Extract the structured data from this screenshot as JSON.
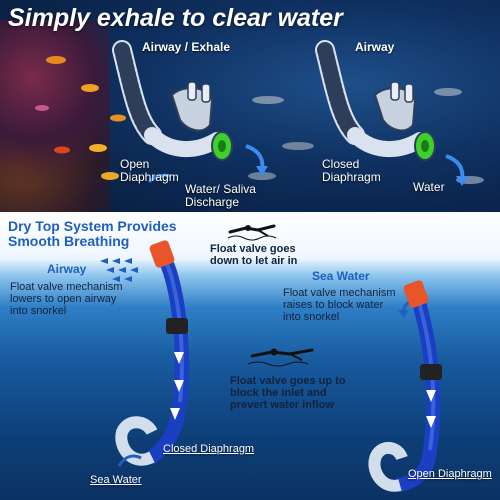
{
  "top": {
    "headline": "Simply exhale to clear water",
    "left": {
      "title": "Airway / Exhale",
      "diaphragm_line1": "Open",
      "diaphragm_line2": "Diaphragm",
      "discharge_line1": "Water/ Saliva",
      "discharge_line2": "Discharge"
    },
    "right": {
      "title": "Airway",
      "diaphragm_line1": "Closed",
      "diaphragm_line2": "Diaphragm",
      "water": "Water"
    }
  },
  "bottom": {
    "headline_line1": "Dry Top System Provides",
    "headline_line2": "Smooth Breathing",
    "airway": "Airway",
    "float_down_line1": "Float valve goes",
    "float_down_line2": "down to let air in",
    "sea_water_right": "Sea Water",
    "left_mech_line1": "Float valve mechanism",
    "left_mech_line2": "lowers to open airway",
    "left_mech_line3": "into snorkel",
    "right_mech_line1": "Float valve mechanism",
    "right_mech_line2": "raises to block water",
    "right_mech_line3": "into snorkel",
    "float_up_line1": "Float valve goes up to",
    "float_up_line2": "block the inlet and",
    "float_up_line3": "prevert water inflow",
    "closed_diaphragm": "Closed Diaphragm",
    "sea_water_left": "Sea Water",
    "open_diaphragm": "Open Diaphragm"
  },
  "colors": {
    "tube_blue": "#1a3fc2",
    "valve_orange": "#e8552a",
    "accent_blue": "#1f5fbf",
    "diaphragm_green": "#3bd12a"
  }
}
